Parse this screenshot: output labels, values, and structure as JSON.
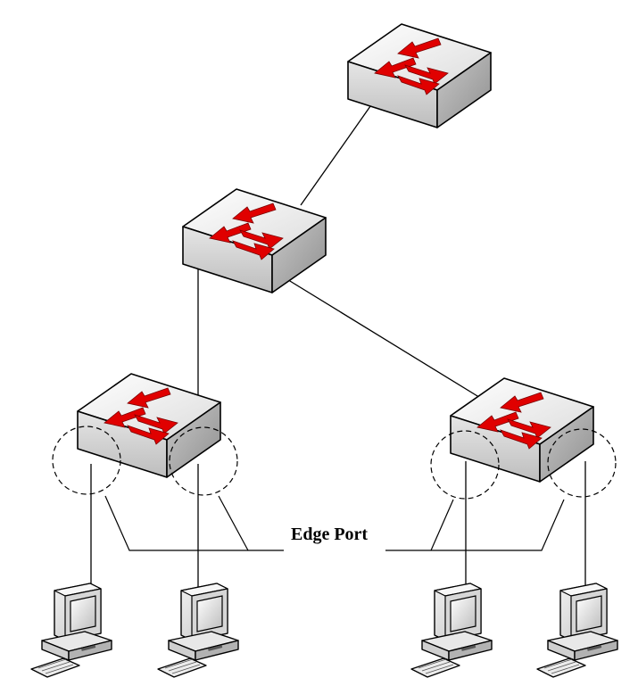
{
  "diagram": {
    "label": "Edge Port",
    "nodes": [
      {
        "id": "core-switch",
        "kind": "switch"
      },
      {
        "id": "distribution-switch",
        "kind": "switch"
      },
      {
        "id": "access-switch-left",
        "kind": "switch"
      },
      {
        "id": "access-switch-right",
        "kind": "switch"
      },
      {
        "id": "pc-1",
        "kind": "workstation"
      },
      {
        "id": "pc-2",
        "kind": "workstation"
      },
      {
        "id": "pc-3",
        "kind": "workstation"
      },
      {
        "id": "pc-4",
        "kind": "workstation"
      }
    ],
    "links": [
      {
        "from": "core-switch",
        "to": "distribution-switch"
      },
      {
        "from": "distribution-switch",
        "to": "access-switch-left"
      },
      {
        "from": "distribution-switch",
        "to": "access-switch-right"
      },
      {
        "from": "access-switch-left",
        "to": "pc-1"
      },
      {
        "from": "access-switch-left",
        "to": "pc-2"
      },
      {
        "from": "access-switch-right",
        "to": "pc-3"
      },
      {
        "from": "access-switch-right",
        "to": "pc-4"
      }
    ],
    "colors": {
      "switch_top": "#f2f2f2",
      "switch_front": "#d9d9d9",
      "switch_side": "#b8b8b8",
      "arrow": "#e00000",
      "line": "#000000"
    }
  }
}
